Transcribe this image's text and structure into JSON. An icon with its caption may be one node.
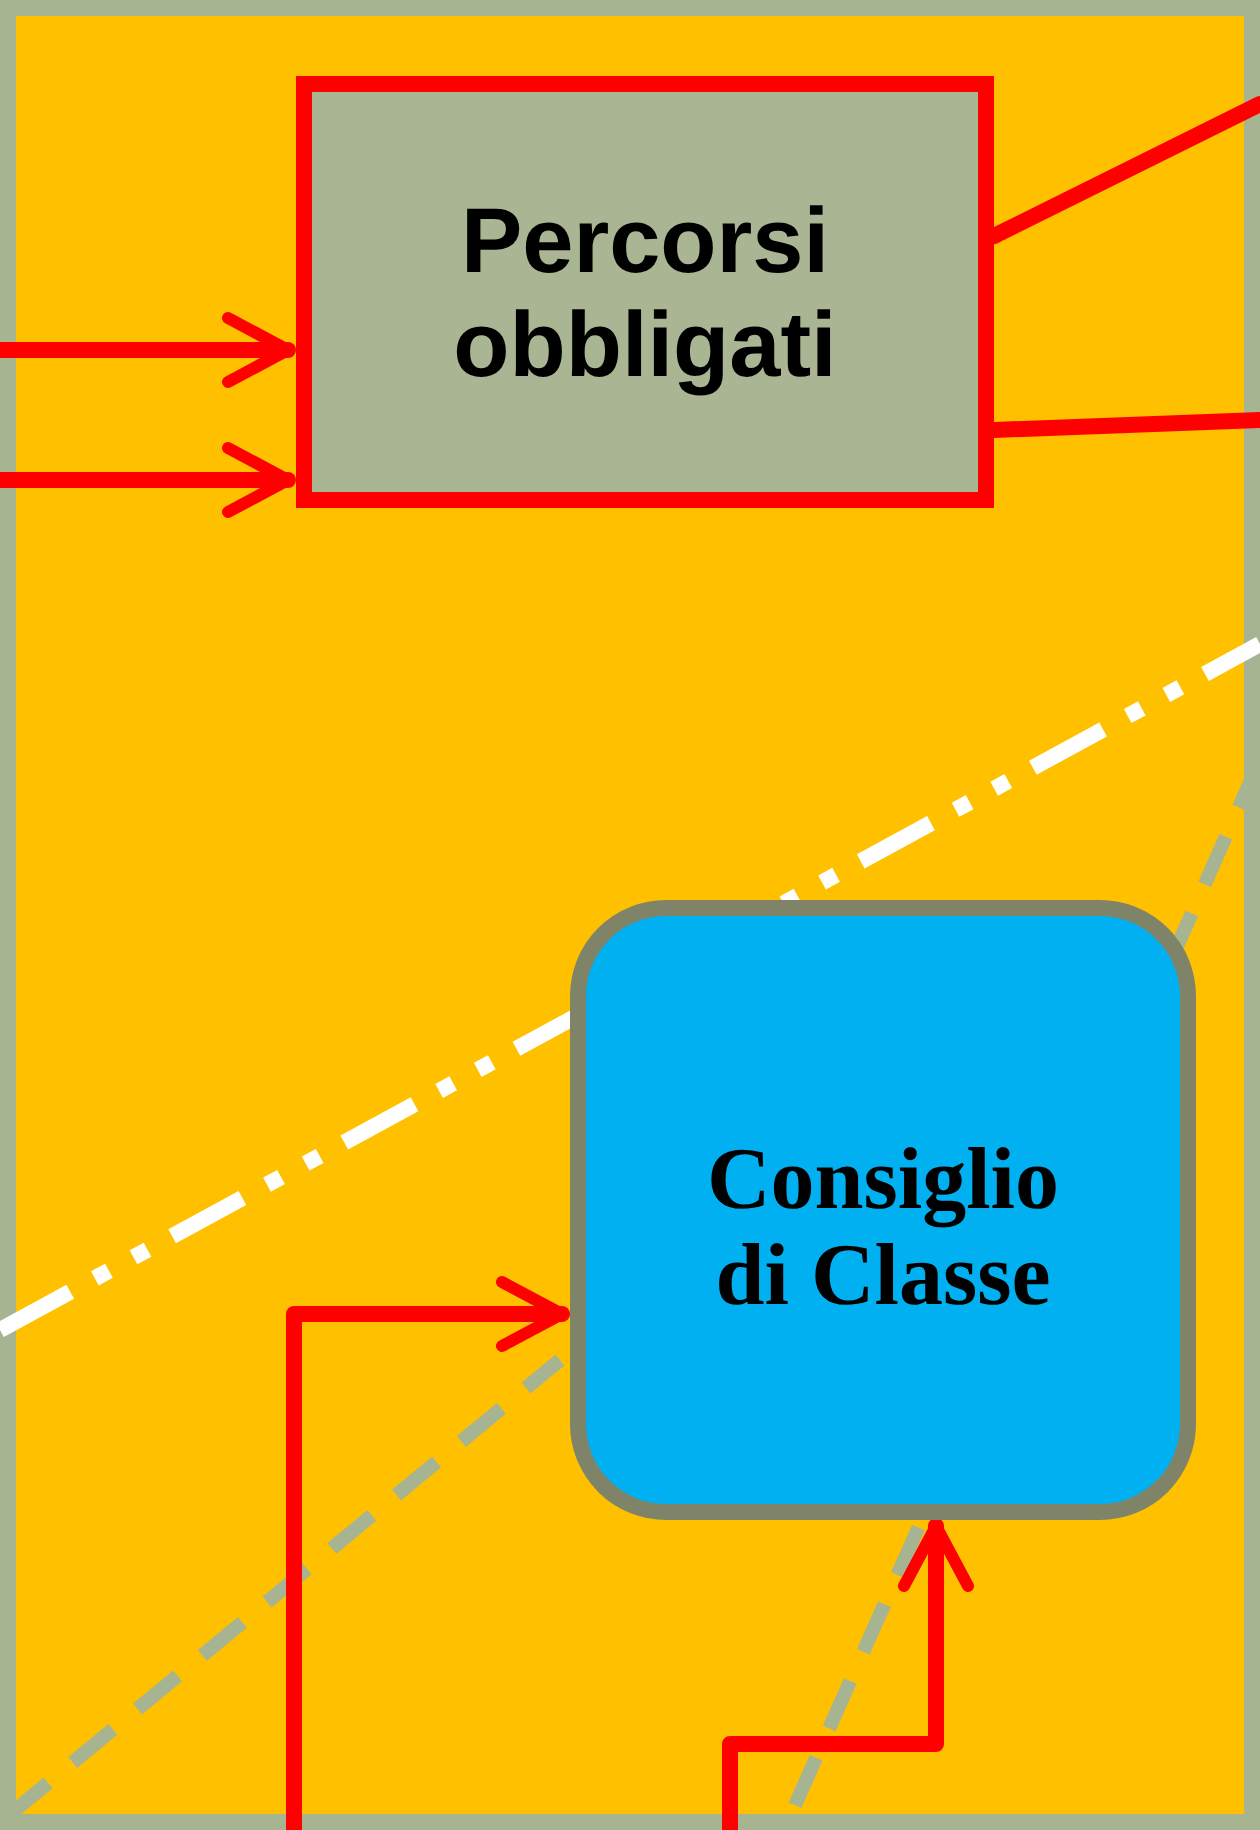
{
  "diagram": {
    "nodes": [
      {
        "text": [
          "Percorsi obbligati"
        ]
      },
      {
        "text": [
          "Consiglio di Classe"
        ]
      }
    ],
    "edges": [
      {
        "from": null,
        "to": 0,
        "arrow": "to"
      },
      {
        "from": null,
        "to": 0,
        "arrow": "to"
      },
      {
        "from": 0,
        "to": null,
        "arrow": "none"
      },
      {
        "from": 0,
        "to": null,
        "arrow": "none"
      },
      {
        "from": null,
        "to": 1,
        "arrow": "to"
      },
      {
        "from": null,
        "to": 1,
        "arrow": "to"
      }
    ]
  }
}
